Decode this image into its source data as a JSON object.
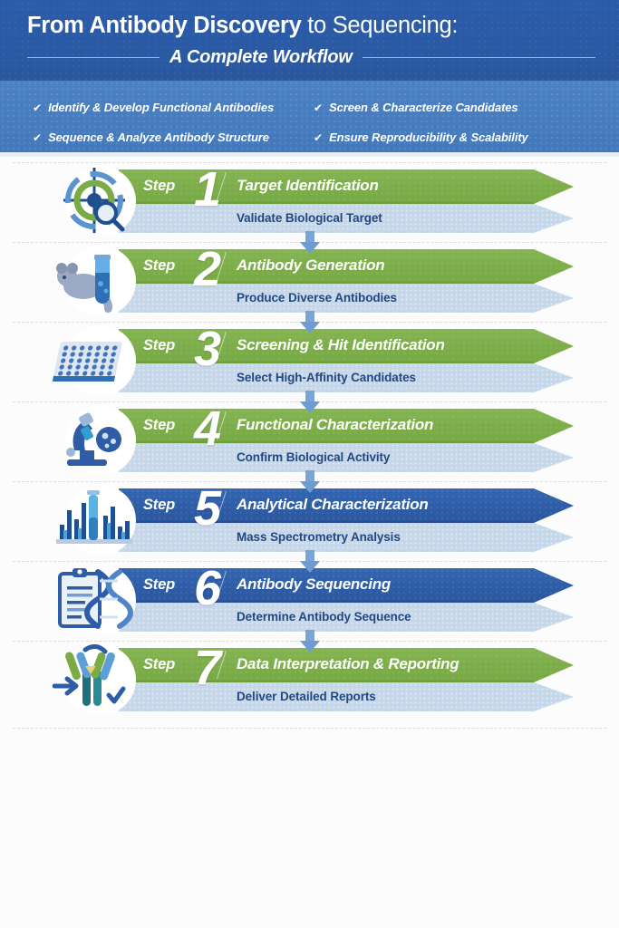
{
  "header": {
    "title_bold": "From Antibody Discovery",
    "title_light": " to Sequencing:",
    "subtitle": "A Complete Workflow"
  },
  "bullets": [
    {
      "check": "✔",
      "text": "Identify & Develop Functional Antibodies"
    },
    {
      "check": "✔",
      "text": "Screen & Characterize Candidates"
    },
    {
      "check": "✔",
      "text": "Sequence & Analyze Antibody Structure"
    },
    {
      "check": "✔",
      "text": "Ensure Reproducibility & Scalability"
    }
  ],
  "step_word": "Step",
  "colors": {
    "header_blue": "#2b5caa",
    "band_blue": "#4b82c4",
    "green": "#7aab46",
    "blue": "#2f5ca6",
    "subtitle_band": "#c7d7ea",
    "subtitle_text": "#23487e",
    "arrow": "#6e9bd2"
  },
  "steps": [
    {
      "number": "1",
      "title": "Target Identification",
      "subtitle": "Validate Biological Target",
      "color": "green",
      "icon": "target-crosshair-magnifier-icon"
    },
    {
      "number": "2",
      "title": "Antibody Generation",
      "subtitle": "Produce Diverse Antibodies",
      "color": "green",
      "icon": "mouse-test-tube-icon"
    },
    {
      "number": "3",
      "title": "Screening & Hit Identification",
      "subtitle": "Select High-Affinity Candidates",
      "color": "green",
      "icon": "microplate-icon"
    },
    {
      "number": "4",
      "title": "Functional Characterization",
      "subtitle": "Confirm Biological Activity",
      "color": "green",
      "icon": "microscope-icon"
    },
    {
      "number": "5",
      "title": "Analytical Characterization",
      "subtitle": "Mass Spectrometry Analysis",
      "color": "blue",
      "icon": "mass-spectrum-vial-icon"
    },
    {
      "number": "6",
      "title": "Antibody Sequencing",
      "subtitle": "Determine Antibody Sequence",
      "color": "blue",
      "icon": "clipboard-dna-icon"
    },
    {
      "number": "7",
      "title": "Data Interpretation & Reporting",
      "subtitle": "Deliver Detailed Reports",
      "color": "green",
      "icon": "antibody-report-icon"
    }
  ]
}
